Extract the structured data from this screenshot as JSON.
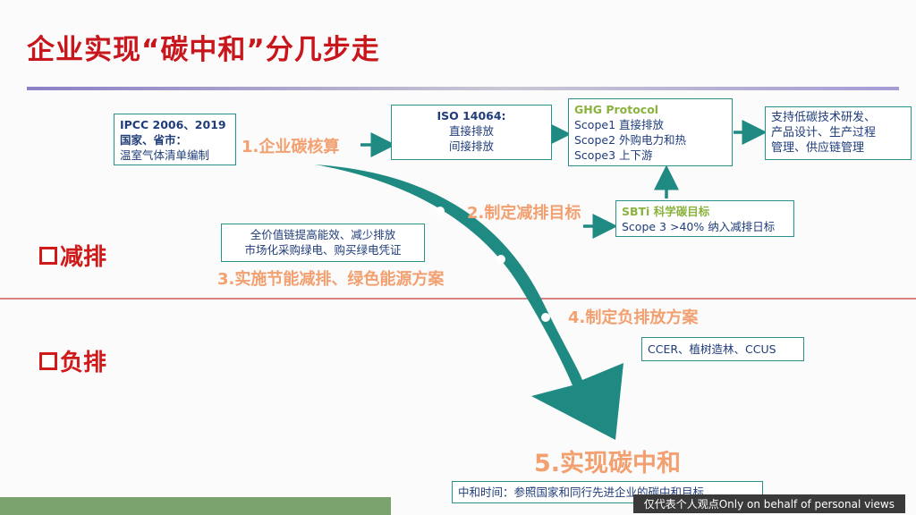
{
  "title": "企业实现“碳中和”分几步走",
  "colors": {
    "accent_red": "#c8161d",
    "teal": "#1e8a82",
    "orange": "#f2a070"
  },
  "side_labels": {
    "reduce": "减排",
    "negative": "负排"
  },
  "boxes": {
    "ipcc": {
      "line1": "IPCC 2006、2019",
      "line2": "国家、省市：",
      "line3": "温室气体清单编制"
    },
    "iso": {
      "line1": "ISO 14064:",
      "line2": "直接排放",
      "line3": "间接排放"
    },
    "ghg": {
      "header": "GHG Protocol",
      "line1": "Scope1 直接排放",
      "line2": "Scope2 外购电力和热",
      "line3": "Scope3 上下游"
    },
    "support": {
      "line1": "支持低碳技术研发、",
      "line2": "产品设计、生产过程",
      "line3": "管理、供应链管理"
    },
    "sbti": {
      "header": "SBTi 科学碳目标",
      "line1": "Scope 3 >40% 纳入减排日标"
    },
    "valuechain": {
      "line1": "全价值链提高能效、减少排放",
      "line2": "市场化采购绿电、购买绿电凭证"
    },
    "offset": {
      "line1": "CCER、植树造林、CCUS"
    },
    "neutral_time": {
      "line1": "中和时间：参照国家和同行先进企业的碳中和目标"
    }
  },
  "steps": {
    "s1": "1.企业碳核算",
    "s2": "2.制定减排目标",
    "s3": "3.实施节能减排、绿色能源方案",
    "s4": "4.制定负排放方案",
    "s5": "5.实现碳中和"
  },
  "footer": {
    "note": "仅代表个人观点Only on behalf of personal views"
  }
}
